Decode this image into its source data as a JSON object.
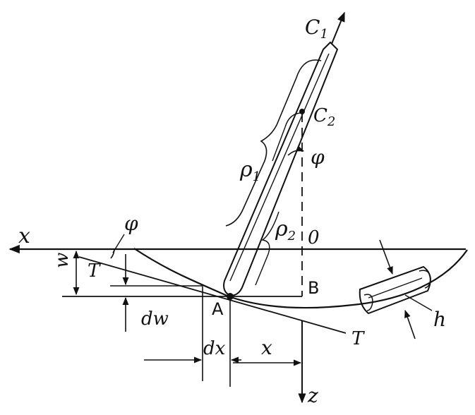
{
  "colors": {
    "ink": "#111111",
    "background": "#ffffff"
  },
  "labels": {
    "x_axis": "x",
    "z_axis": "z",
    "origin": "0",
    "point_a": "A",
    "point_b": "B",
    "c1": "C",
    "c1_sub": "1",
    "c2": "C",
    "c2_sub": "2",
    "phi_top": "φ",
    "phi_left": "φ",
    "rho1": "ρ",
    "rho1_sub": "1",
    "rho2": "ρ",
    "rho2_sub": "2",
    "tension_left": "T",
    "tension_right": "T",
    "deflection": "w",
    "d_deflection": "dw",
    "dx": "dx",
    "x_distance": "x",
    "thickness": "h"
  }
}
